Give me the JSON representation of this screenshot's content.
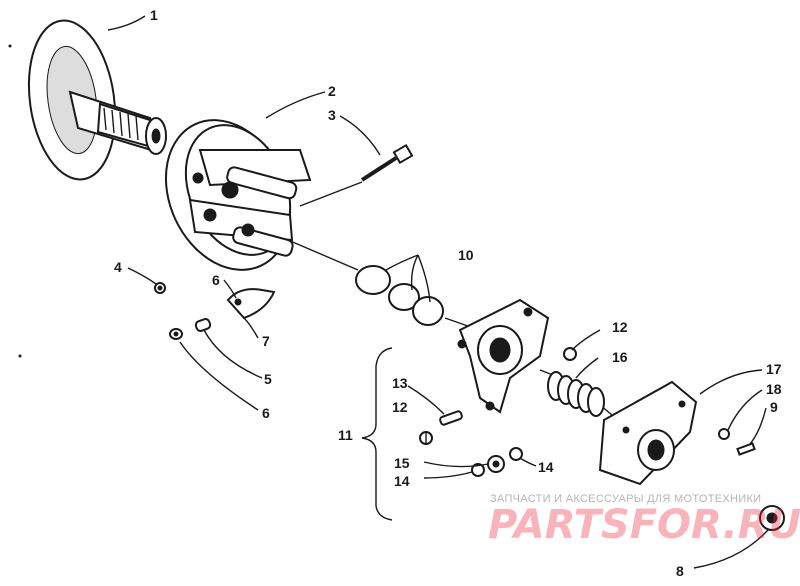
{
  "callouts": {
    "c1": "1",
    "c2": "2",
    "c3": "3",
    "c4": "4",
    "c5": "5",
    "c6a": "6",
    "c6b": "6",
    "c7": "7",
    "c8": "8",
    "c9": "9",
    "c10": "10",
    "c11": "11",
    "c12a": "12",
    "c12b": "12",
    "c13": "13",
    "c14a": "14",
    "c14b": "14",
    "c15": "15",
    "c16": "16",
    "c17": "17",
    "c18": "18"
  },
  "watermark": {
    "caption": "ЗАПЧАСТИ И АКСЕССУАРЫ ДЛЯ МОТОТЕХНИКИ",
    "logo": "PARTSFOR.RU"
  },
  "colors": {
    "ink": "#1a1a1a",
    "watermark_red": "#ee2b3e",
    "watermark_gray": "#b5b5b5"
  }
}
